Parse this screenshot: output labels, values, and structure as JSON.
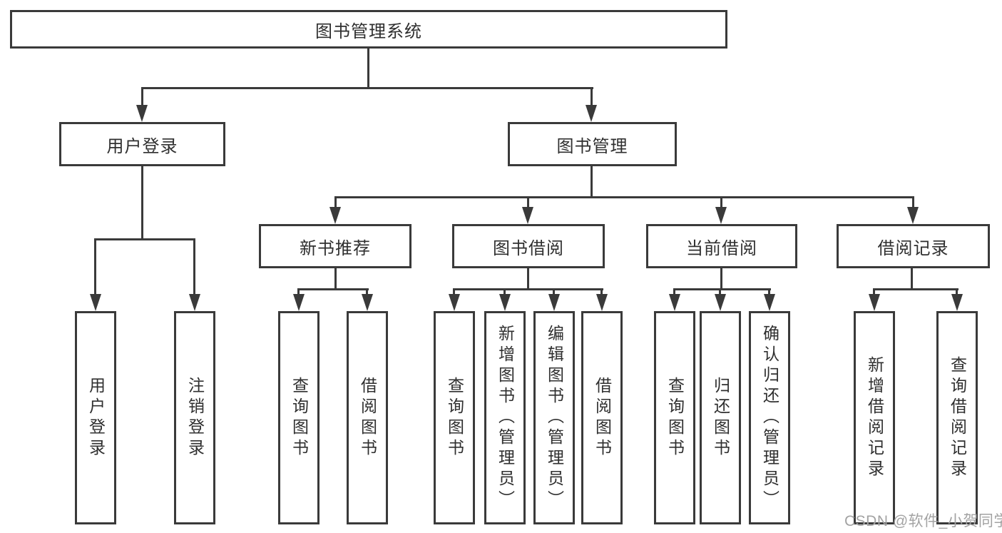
{
  "diagram": {
    "root": "图书管理系统",
    "level2": {
      "user_login": "用户登录",
      "book_mgmt": "图书管理"
    },
    "level3": {
      "new_book": "新书推荐",
      "book_borrow": "图书借阅",
      "current_borrow": "当前借阅",
      "borrow_record": "借阅记录"
    },
    "leaves": {
      "user_login": [
        "用户登录",
        "注销登录"
      ],
      "new_book": [
        "查询图书",
        "借阅图书"
      ],
      "book_borrow": [
        "查询图书",
        "新增图书（管理员）",
        "编辑图书（管理员）",
        "借阅图书"
      ],
      "current_borrow": [
        "查询图书",
        "归还图书",
        "确认归还（管理员）"
      ],
      "borrow_record": [
        "新增借阅记录",
        "查询借阅记录"
      ]
    },
    "colors": {
      "line": "#3a3a3a",
      "box_border": "#3a3a3a",
      "text": "#2f2f2f",
      "background": "#ffffff",
      "watermark": "#a3a3a3"
    },
    "watermark": "CSDN @软件_小贺同学"
  }
}
